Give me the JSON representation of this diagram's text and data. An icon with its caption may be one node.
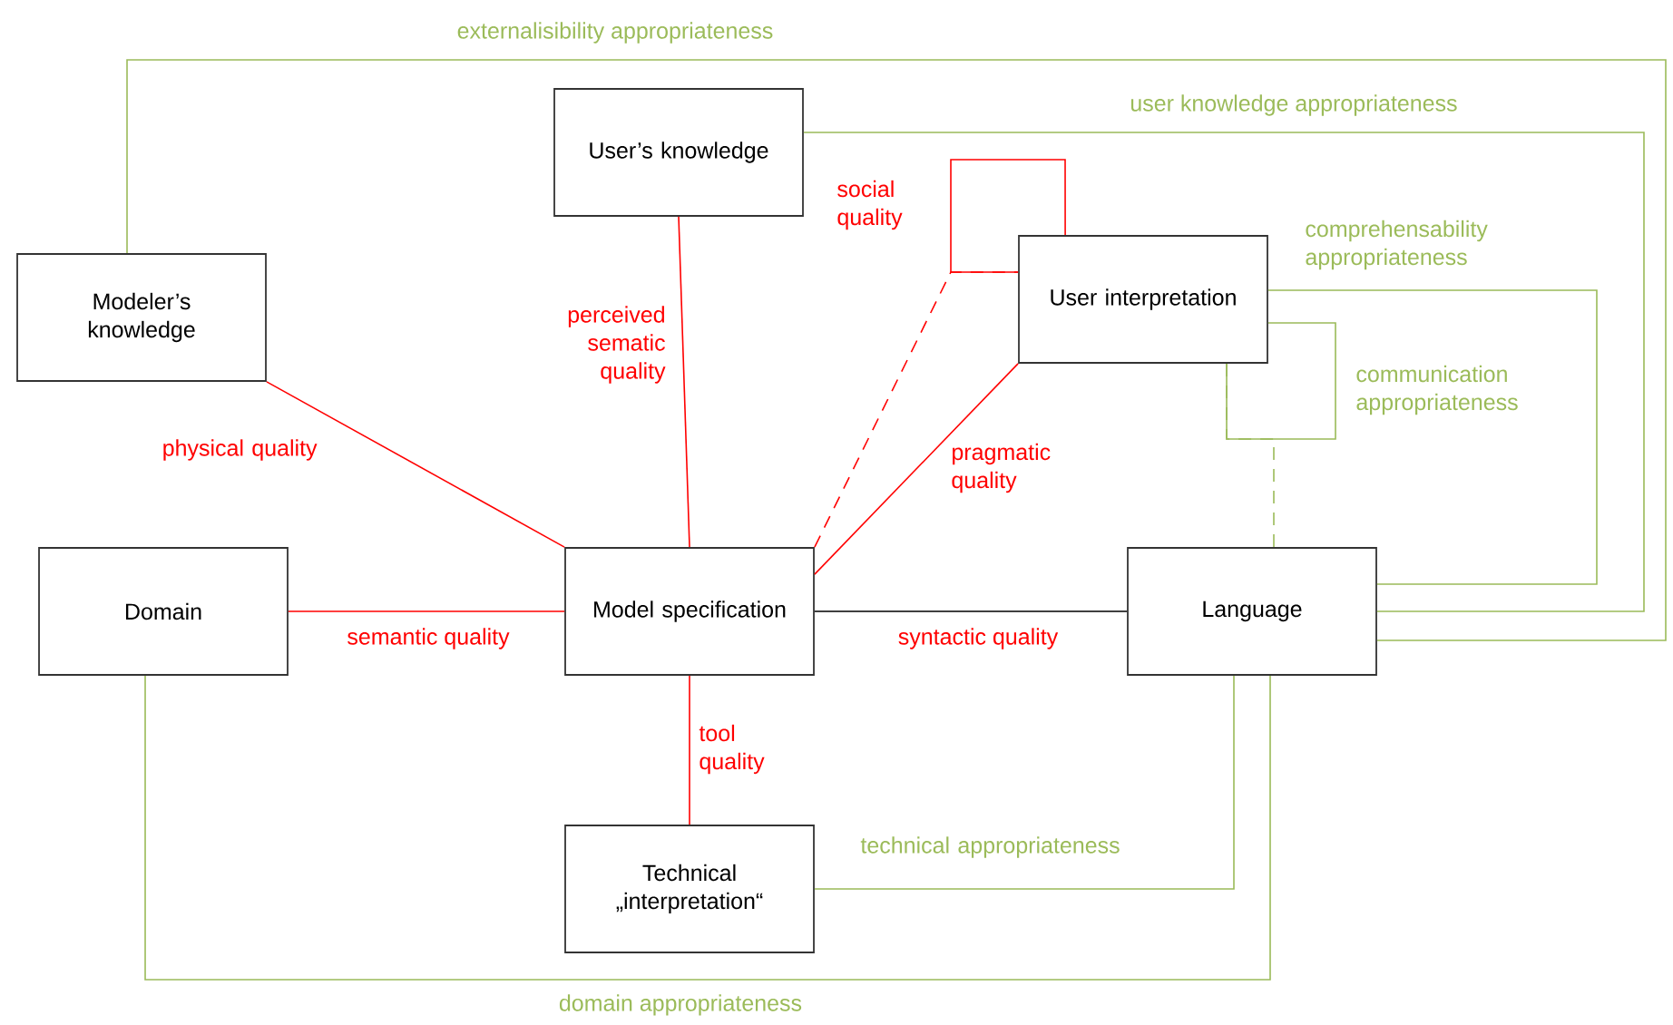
{
  "diagram": {
    "nodes": [
      {
        "text": [
          "User’s knowledge"
        ]
      },
      {
        "text": [
          "Modeler’s knowledge"
        ]
      },
      {
        "text": [
          "User interpretation"
        ]
      },
      {
        "text": [
          "Domain"
        ]
      },
      {
        "text": [
          "Model specification"
        ]
      },
      {
        "text": [
          "Language"
        ]
      },
      {
        "text": [
          "Technical „interpretation“"
        ]
      }
    ],
    "edges": [
      {
        "from": 1,
        "to": 4,
        "arrow": "none",
        "label": "physical quality",
        "color": "#ff0000"
      },
      {
        "from": 0,
        "to": 4,
        "arrow": "none",
        "label": "perceived sematic quality",
        "color": "#ff0000"
      },
      {
        "from": 2,
        "to": 4,
        "arrow": "none",
        "label": "pragmatic quality",
        "color": "#ff0000"
      },
      {
        "from": 2,
        "to": 2,
        "arrow": "none",
        "label": "social quality",
        "color": "#ff0000"
      },
      {
        "from": 4,
        "to": 2,
        "arrow": "none",
        "style": "dashed",
        "color": "#ff0000"
      },
      {
        "from": 3,
        "to": 4,
        "arrow": "none",
        "label": "semantic quality",
        "color": "#ff0000"
      },
      {
        "from": 4,
        "to": 5,
        "arrow": "none",
        "label": "syntactic quality",
        "color": "#000000"
      },
      {
        "from": 4,
        "to": 6,
        "arrow": "none",
        "label": "tool quality",
        "color": "#ff0000"
      },
      {
        "from": 1,
        "to": 5,
        "arrow": "none",
        "label": "externalisibility appropriateness",
        "color": "#9bbb59"
      },
      {
        "from": 0,
        "to": 5,
        "arrow": "none",
        "label": "user knowledge appropriateness",
        "color": "#9bbb59"
      },
      {
        "from": 2,
        "to": 5,
        "arrow": "none",
        "label": "comprehensability appropriateness",
        "color": "#9bbb59"
      },
      {
        "from": 2,
        "to": 2,
        "arrow": "none",
        "label": "communication appropriateness",
        "color": "#9bbb59"
      },
      {
        "from": 5,
        "to": 2,
        "arrow": "none",
        "style": "dashed",
        "color": "#9bbb59"
      },
      {
        "from": 6,
        "to": 5,
        "arrow": "none",
        "label": "technical appropriateness",
        "color": "#9bbb59"
      },
      {
        "from": 3,
        "to": 5,
        "arrow": "none",
        "label": "domain appropriateness",
        "color": "#9bbb59"
      }
    ]
  }
}
